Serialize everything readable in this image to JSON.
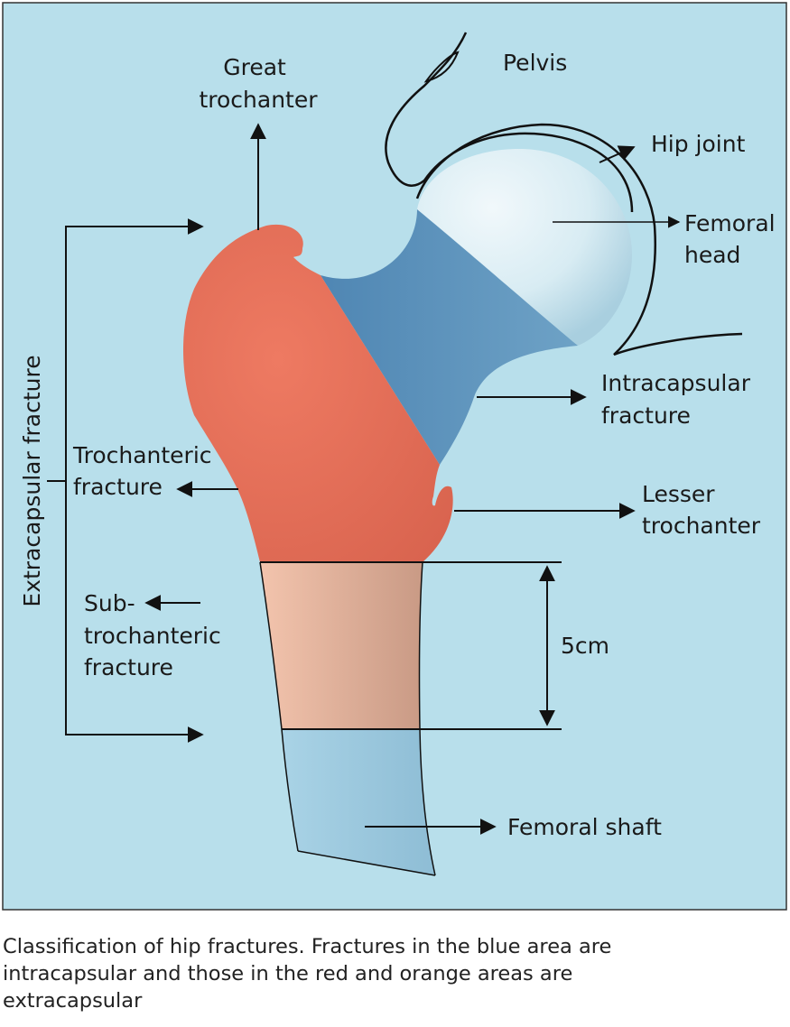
{
  "labels": {
    "pelvis": "Pelvis",
    "great_trochanter": [
      "Great",
      "trochanter"
    ],
    "hip_joint": "Hip joint",
    "femoral_head": [
      "Femoral",
      "head"
    ],
    "intracapsular_fracture": [
      "Intracapsular",
      "fracture"
    ],
    "lesser_trochanter": [
      "Lesser",
      "trochanter"
    ],
    "trochanteric_fracture": [
      "Trochanteric",
      "fracture"
    ],
    "subtrochanteric_fracture": [
      "Sub-",
      "trochanteric",
      "fracture"
    ],
    "extracapsular_fracture": "Extracapsular fracture",
    "distance": "5cm",
    "femoral_shaft": "Femoral shaft"
  },
  "caption": "Classification of hip fractures. Fractures in the blue area are intracapsular and those in the red and orange areas are extracapsular",
  "colors": {
    "background": "#b8dfeb",
    "intracapsular_blue": "#5f93bb",
    "extracapsular_red": "#e0705a",
    "subtrochanteric_orange": "#e8b79f",
    "shaft_blue": "#9fcbe0",
    "outline": "#1a1a1a"
  }
}
